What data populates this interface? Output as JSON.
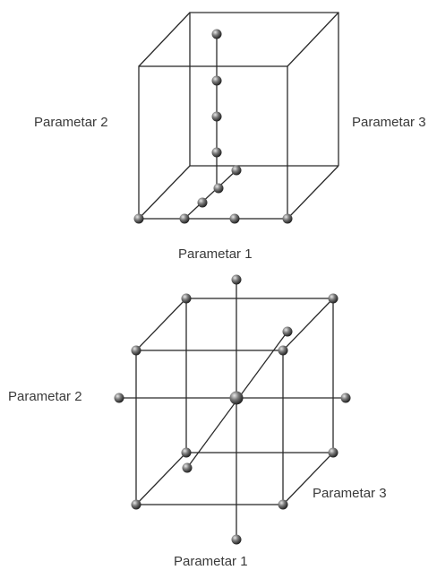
{
  "diagrams": [
    {
      "title": "",
      "labels": {
        "parameter_1": "Parametar 1",
        "parameter_2": "Parametar 2",
        "parameter_3": "Parametar 3"
      }
    },
    {
      "title": "",
      "labels": {
        "parameter_1": "Parametar 1",
        "parameter_2": "Parametar 2",
        "parameter_3": "Parametar 3"
      }
    }
  ],
  "colors": {
    "line": "#2b2b2b",
    "point": "#555555"
  }
}
